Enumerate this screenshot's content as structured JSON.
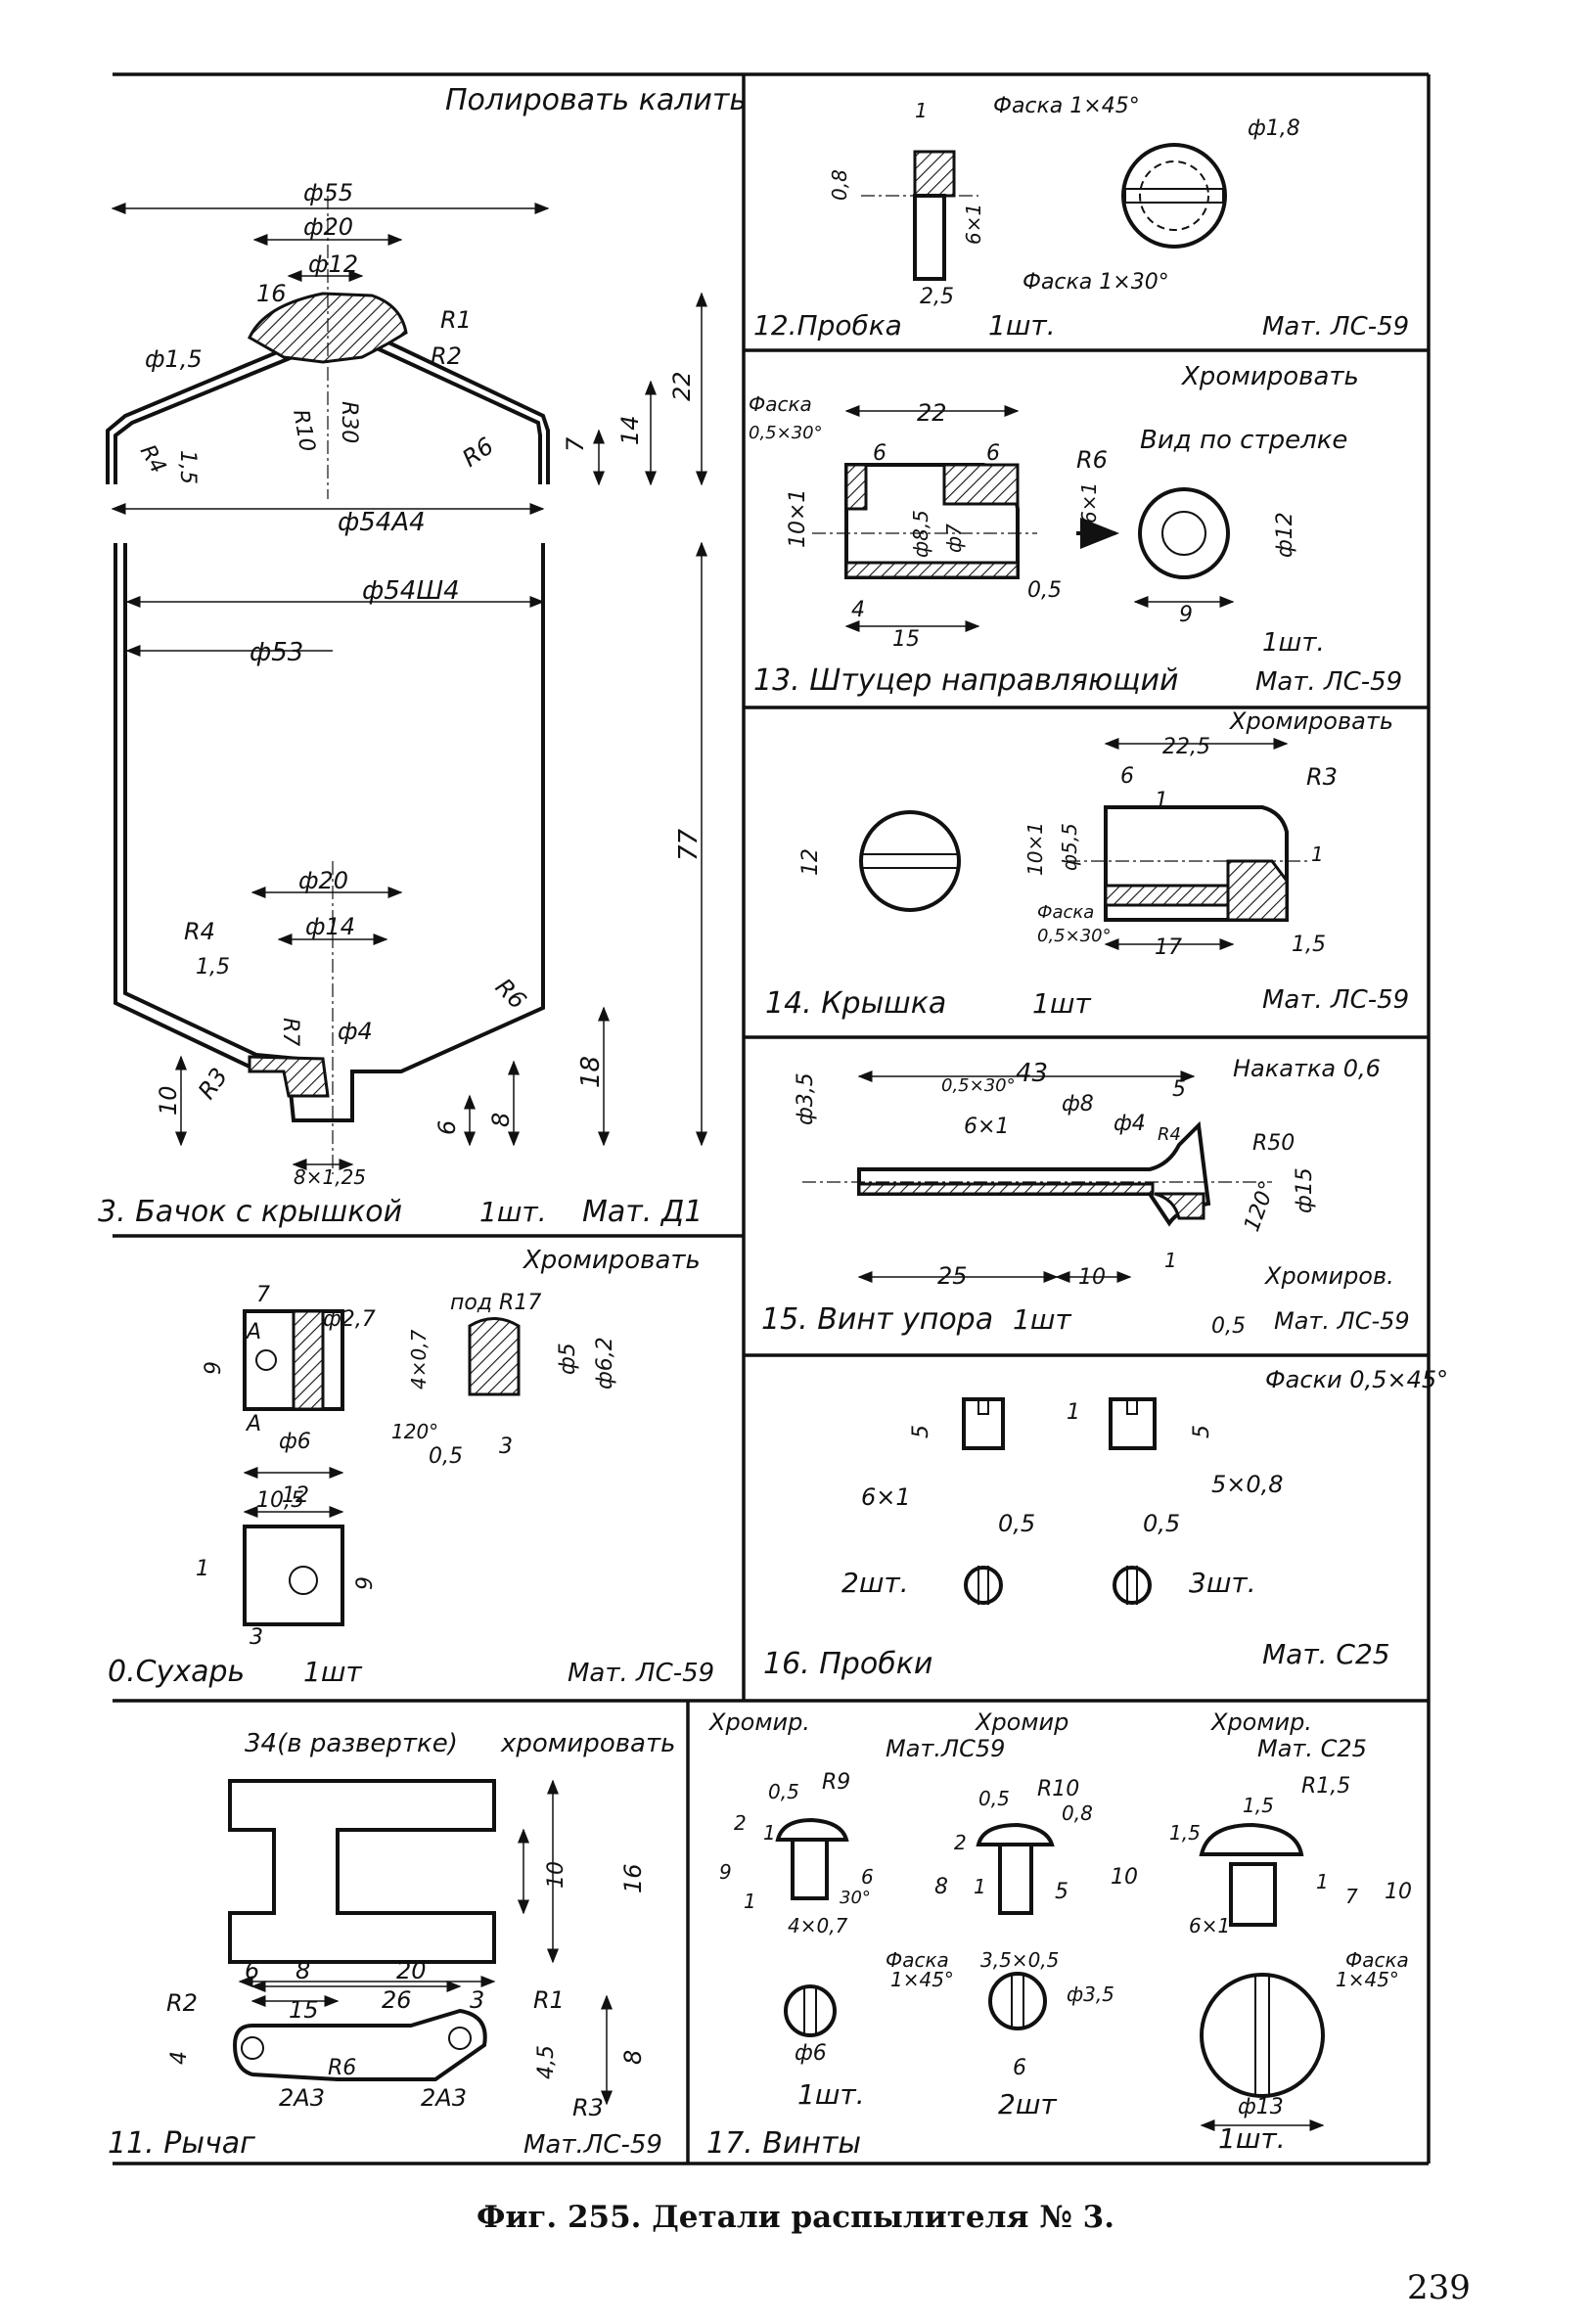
{
  "panels": {
    "p3": {
      "finish": "Полировать калить",
      "title": "3. Бачок с крышкой",
      "qty": "1шт.",
      "material": "Мат. Д1",
      "dims": [
        "ф55",
        "ф20",
        "ф12",
        "16",
        "R1",
        "R2",
        "ф1,5",
        "1,5",
        "R4",
        "R10",
        "R30",
        "R6",
        "7",
        "14",
        "22",
        "ф54А4",
        "ф54Ш4",
        "ф53",
        "77",
        "ф20",
        "ф14",
        "R4",
        "1,5",
        "R7",
        "ф4",
        "R6",
        "R3",
        "10",
        "6",
        "8",
        "18",
        "8×1,25"
      ]
    },
    "p10": {
      "finish": "Хромировать",
      "title": "0.Сухарь",
      "qty": "1шт",
      "material": "Мат. ЛС-59",
      "dims": [
        "7",
        "А",
        "ф2,7",
        "9",
        "А",
        "ф6",
        "12",
        "под R17",
        "4×0,7",
        "120°",
        "0,5",
        "3",
        "ф5",
        "ф6,2",
        "10,5",
        "1",
        "9",
        "3"
      ]
    },
    "p11": {
      "span": "34(в развертке)",
      "finish": "хромировать",
      "title": "11. Рычаг",
      "material": "Мат.ЛС-59",
      "dims": [
        "10",
        "16",
        "6",
        "8",
        "20",
        "R2",
        "15",
        "26",
        "3",
        "R1",
        "4",
        "R6",
        "4,5",
        "8",
        "2А3",
        "2А3",
        "R3"
      ]
    },
    "p12": {
      "title": "12.Пробка",
      "qty": "1шт.",
      "material": "Мат. ЛС-59",
      "dims": [
        "1",
        "Фаска 1×45°",
        "ф1,8",
        "0,8",
        "6×1",
        "2,5",
        "Фаска 1×30°"
      ]
    },
    "p13": {
      "finish": "Хромировать",
      "view": "Вид по стрелке",
      "title": "13. Штуцер направляющий",
      "qty": "1шт.",
      "material": "Мат. ЛС-59",
      "dims": [
        "Фаска",
        "0,5×30°",
        "22",
        "6",
        "6",
        "R6",
        "10×1",
        "ф8,5",
        "ф7",
        "6×1",
        "ф12",
        "4",
        "0,5",
        "15",
        "9"
      ]
    },
    "p14": {
      "finish": "Хромировать",
      "title": "14. Крышка",
      "qty": "1шт",
      "material": "Мат. ЛС-59",
      "dims": [
        "22,5",
        "6",
        "1",
        "R3",
        "12",
        "10×1",
        "ф5,5",
        "1",
        "Фаска",
        "0,5×30°",
        "17",
        "1,5"
      ]
    },
    "p15": {
      "knurl": "Накатка 0,6",
      "finish": "Хромиров.",
      "title": "15. Винт упора",
      "qty": "1шт",
      "material": "Мат. ЛС-59",
      "dims": [
        "0,5×30°",
        "43",
        "5",
        "ф3,5",
        "6×1",
        "ф8",
        "ф4",
        "R4",
        "R50",
        "120°",
        "ф15",
        "25",
        "10",
        "1",
        "0,5"
      ]
    },
    "p16": {
      "chamfer": "Фаски 0,5×45°",
      "title": "16. Пробки",
      "material": "Мат. С25",
      "dims": [
        "5",
        "1",
        "5",
        "6×1",
        "5×0,8",
        "0,5",
        "0,5"
      ],
      "qty_a": "2шт.",
      "qty_b": "3шт."
    },
    "p17": {
      "title": "17. Винты",
      "a": {
        "finish": "Хромир.",
        "material": "Мат.ЛС59",
        "qty": "1шт.",
        "dims": [
          "0,5",
          "R9",
          "2",
          "1",
          "9",
          "6",
          "1",
          "30°",
          "4×0,7",
          "Фаска",
          "1×45°",
          "ф6"
        ]
      },
      "b": {
        "finish": "Хромир",
        "qty": "2шт",
        "dims": [
          "R10",
          "0,5",
          "0,8",
          "2",
          "8",
          "1",
          "5",
          "10",
          "3,5×0,5",
          "ф3,5",
          "6"
        ]
      },
      "c": {
        "finish": "Хромир.",
        "material": "Мат. С25",
        "qty": "1шт.",
        "dims": [
          "1,5",
          "1,5",
          "R1,5",
          "1",
          "7",
          "10",
          "6×1",
          "Фаска",
          "1×45°",
          "ф13"
        ]
      }
    }
  },
  "caption": "Фиг. 255. Детали распылителя № 3.",
  "page_number": "239"
}
